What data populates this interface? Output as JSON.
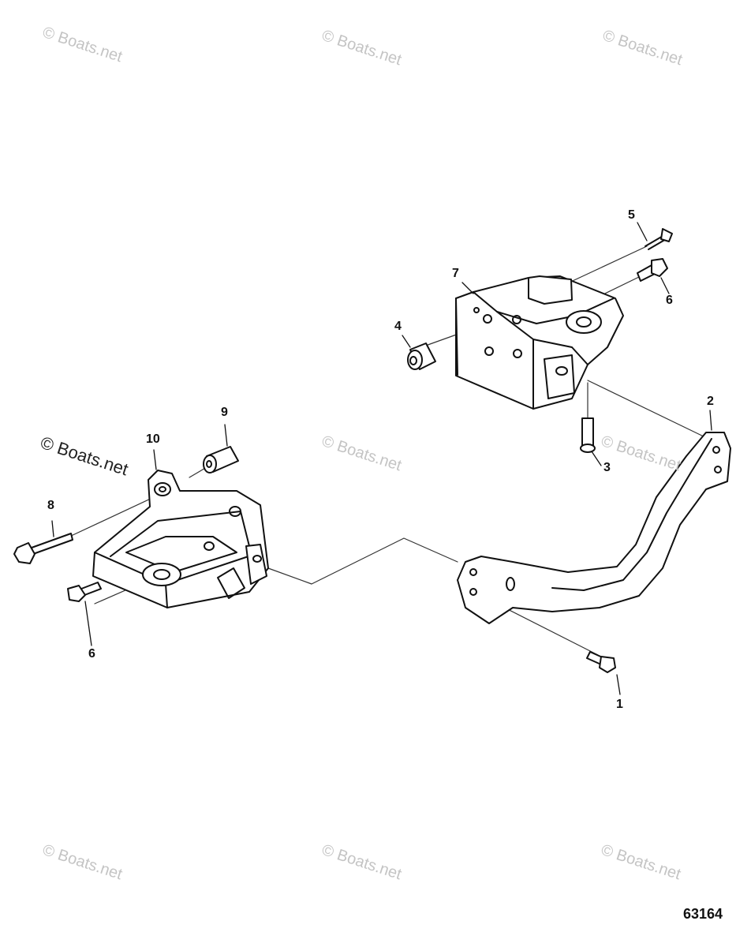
{
  "watermark": "© Boats.net",
  "callouts": {
    "c1": "1",
    "c2": "2",
    "c3": "3",
    "c4": "4",
    "c5": "5",
    "c6a": "6",
    "c6b": "6",
    "c7": "7",
    "c8": "8",
    "c9": "9",
    "c10": "10"
  },
  "figure_number": "63164"
}
